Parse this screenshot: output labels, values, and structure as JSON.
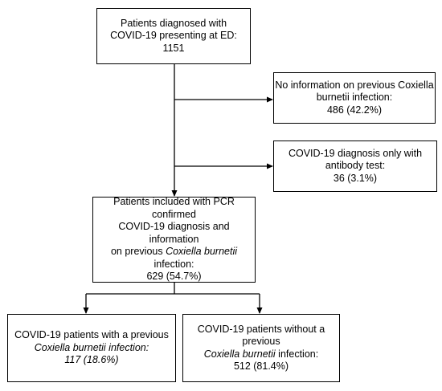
{
  "boxes": {
    "top": {
      "l1": "Patients diagnosed with",
      "l2": "COVID-19 presenting at ED:",
      "l3": "1151"
    },
    "excl1": {
      "l1": "No information on previous Coxiella",
      "l2": "burnetii infection:",
      "l3": "486 (42.2%)"
    },
    "excl2": {
      "l1": "COVID-19 diagnosis only with",
      "l2": "antibody test:",
      "l3": "36 (3.1%)"
    },
    "included": {
      "l1": "Patients included with PCR confirmed",
      "l2": "COVID-19 diagnosis and information",
      "l3a": "on previous ",
      "l3b": "Coxiella burnetii",
      "l4": "infection:",
      "l5": "629 (54.7%)"
    },
    "left": {
      "l1": "COVID-19 patients with a previous",
      "l2a": "Coxiella burnetii",
      "l2b": " infection:",
      "l3": "117 (18.6%)"
    },
    "right": {
      "l1": "COVID-19 patients without a previous",
      "l2a": "Coxiella burnetii",
      "l2b": " infection:",
      "l3": "512 (81.4%)"
    }
  }
}
